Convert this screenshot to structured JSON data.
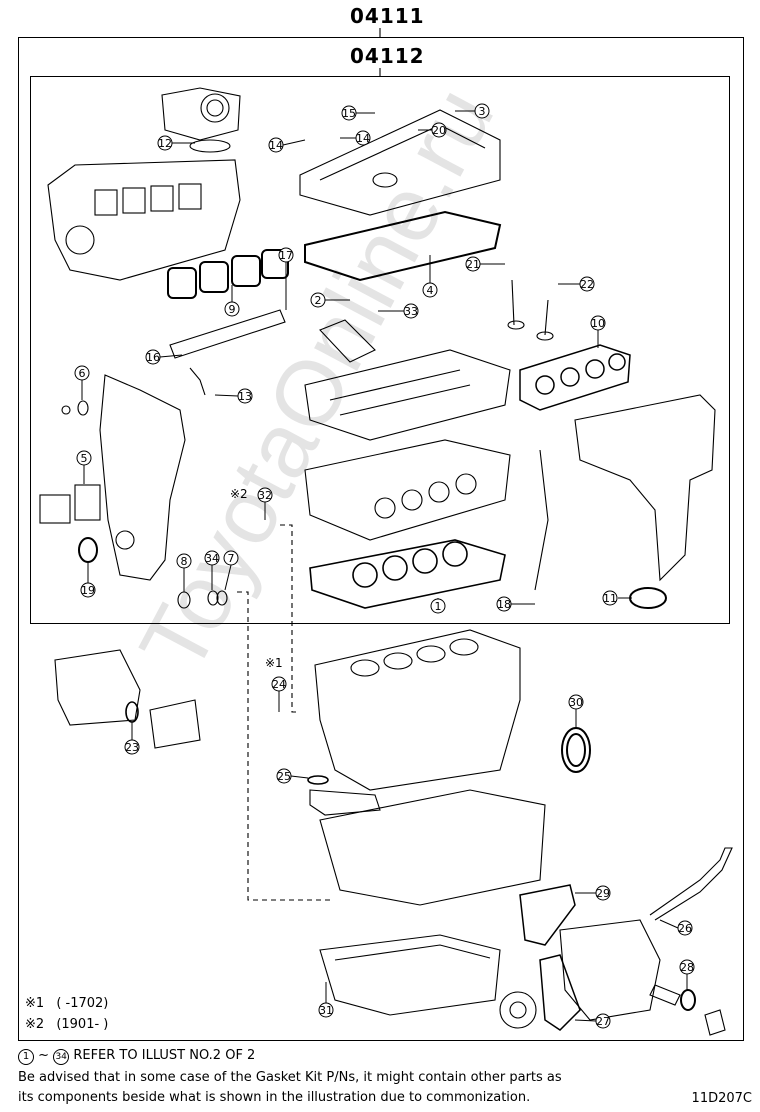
{
  "headers": {
    "outer_kit": "04111",
    "inner_kit": "04112"
  },
  "watermark": "ToyotaOnline.ru",
  "callouts": [
    "1",
    "2",
    "3",
    "4",
    "5",
    "6",
    "7",
    "8",
    "9",
    "10",
    "11",
    "12",
    "13",
    "14",
    "14",
    "15",
    "16",
    "17",
    "18",
    "19",
    "20",
    "21",
    "22",
    "23",
    "24",
    "25",
    "26",
    "27",
    "28",
    "29",
    "30",
    "31",
    "32",
    "33",
    "34"
  ],
  "notes": {
    "n1_mark": "※1",
    "n1_range": "(      -1702)",
    "n2_mark": "※2",
    "n2_range": "(1901-      )",
    "ref_mark_a": "1",
    "ref_tilde": "~",
    "ref_mark_b": "34",
    "ref_text": "REFER TO ILLUST NO.2 OF 2",
    "advice_line1": "Be advised that in some case of the Gasket Kit P/Ns,  it might contain other parts as",
    "advice_line2": "its components beside what is shown in the illustration due to commonization."
  },
  "labels": {
    "star1": "※1",
    "star2": "※2"
  },
  "illustration_code": "11D207C"
}
